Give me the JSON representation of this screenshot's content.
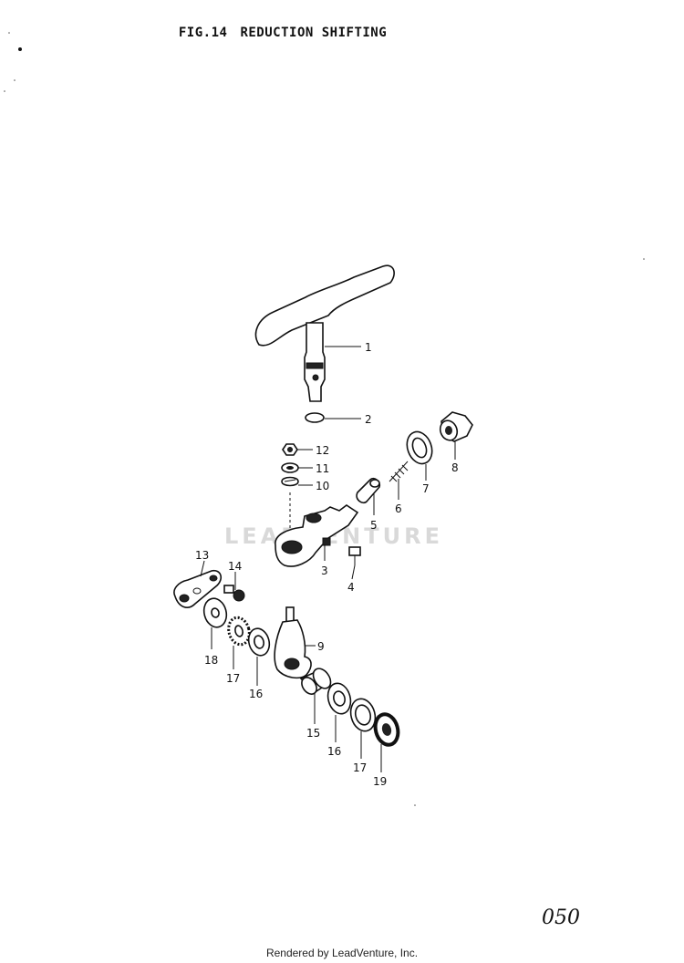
{
  "figure": {
    "number": "FIG.14",
    "title": "REDUCTION SHIFTING"
  },
  "callouts": [
    "1",
    "2",
    "3",
    "4",
    "5",
    "6",
    "7",
    "8",
    "9",
    "10",
    "11",
    "12",
    "13",
    "14",
    "15",
    "16",
    "17",
    "18",
    "19",
    "16",
    "17"
  ],
  "watermark": "LEADVENTURE",
  "page_code": "050",
  "footer": "Rendered by LeadVenture, Inc."
}
